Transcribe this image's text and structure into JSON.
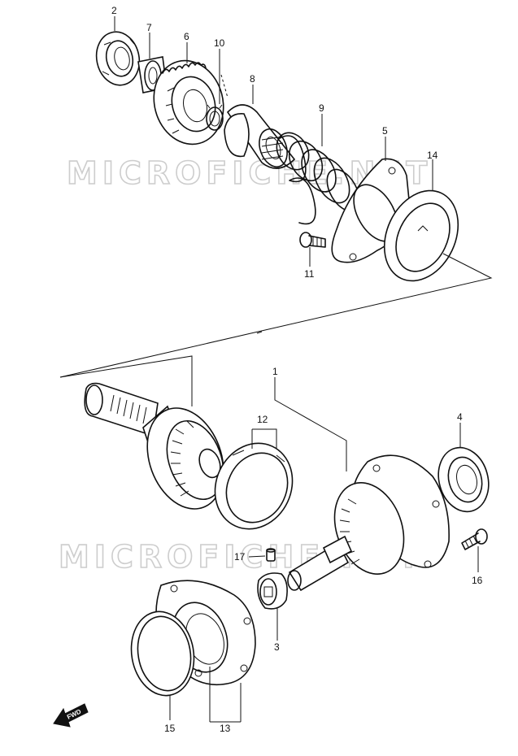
{
  "watermark": "MICROFICHE.NET",
  "fwd_label": "FWD",
  "callouts": [
    {
      "id": "c2",
      "text": "2"
    },
    {
      "id": "c7",
      "text": "7"
    },
    {
      "id": "c6",
      "text": "6"
    },
    {
      "id": "c10",
      "text": "10"
    },
    {
      "id": "c8",
      "text": "8"
    },
    {
      "id": "c9",
      "text": "9"
    },
    {
      "id": "c5",
      "text": "5"
    },
    {
      "id": "c14",
      "text": "14"
    },
    {
      "id": "c11",
      "text": "11"
    },
    {
      "id": "c1",
      "text": "1"
    },
    {
      "id": "c12",
      "text": "12"
    },
    {
      "id": "c4",
      "text": "4"
    },
    {
      "id": "c17",
      "text": "17"
    },
    {
      "id": "c16",
      "text": "16"
    },
    {
      "id": "c3",
      "text": "3"
    },
    {
      "id": "c15",
      "text": "15"
    },
    {
      "id": "c13",
      "text": "13"
    }
  ]
}
